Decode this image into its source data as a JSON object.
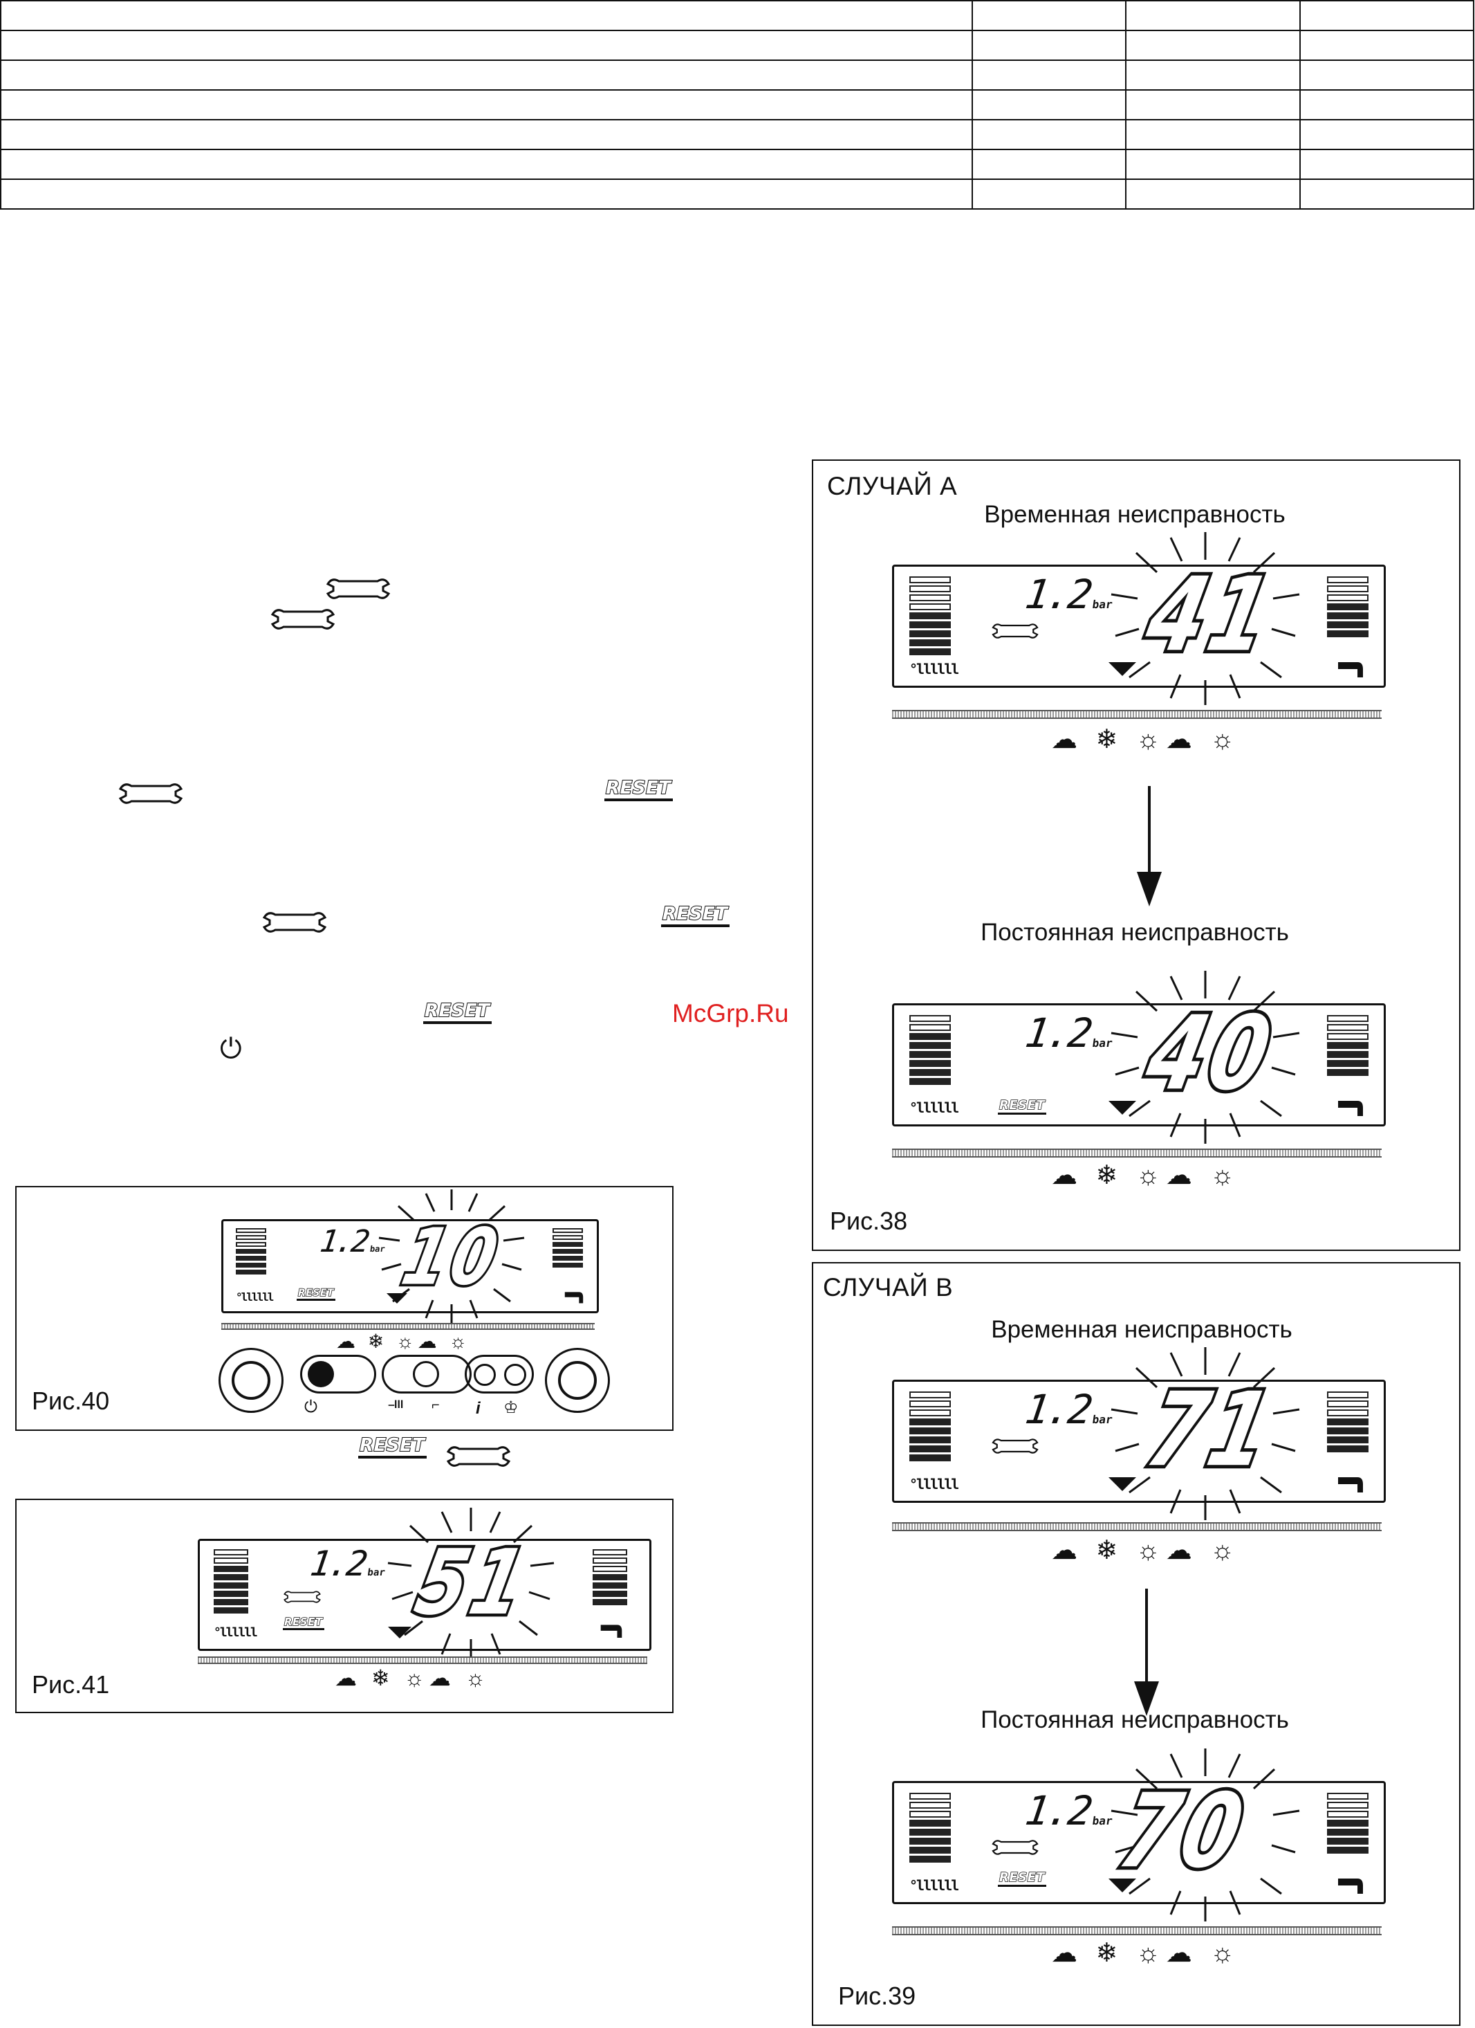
{
  "case_a": {
    "title": "СЛУЧАЙ А",
    "temporary_label": "Временная неисправность",
    "permanent_label": "Постоянная неисправность",
    "display_temporary": {
      "pressure": "1.2",
      "unit": "bar",
      "code": "41"
    },
    "display_permanent": {
      "pressure": "1.2",
      "unit": "bar",
      "code": "40",
      "reset": "RESET"
    },
    "figure": "Рис.38"
  },
  "case_b": {
    "title": "СЛУЧАЙ В",
    "temporary_label": "Временная неисправность",
    "permanent_label": "Постоянная неисправность",
    "display_temporary": {
      "pressure": "1.2",
      "unit": "bar",
      "code": "71"
    },
    "display_permanent": {
      "pressure": "1.2",
      "unit": "bar",
      "code": "70",
      "reset": "RESET"
    },
    "figure": "Рис.39"
  },
  "fig40": {
    "pressure": "1.2",
    "unit": "bar",
    "code": "10",
    "reset": "RESET",
    "figure": "Рис.40"
  },
  "fig41": {
    "pressure": "1.2",
    "unit": "bar",
    "code": "51",
    "reset": "RESET",
    "figure": "Рис.41"
  },
  "reset_label": "RESET",
  "watermark": "McGrp.Ru",
  "mode_icons": "☁ ❄ ☼☁ ☼",
  "radiator_icon": "°llllll",
  "icons": [
    "wrench-icon",
    "reset-icon",
    "power-icon",
    "radiator-icon",
    "tap-icon",
    "down-triangle-icon"
  ]
}
